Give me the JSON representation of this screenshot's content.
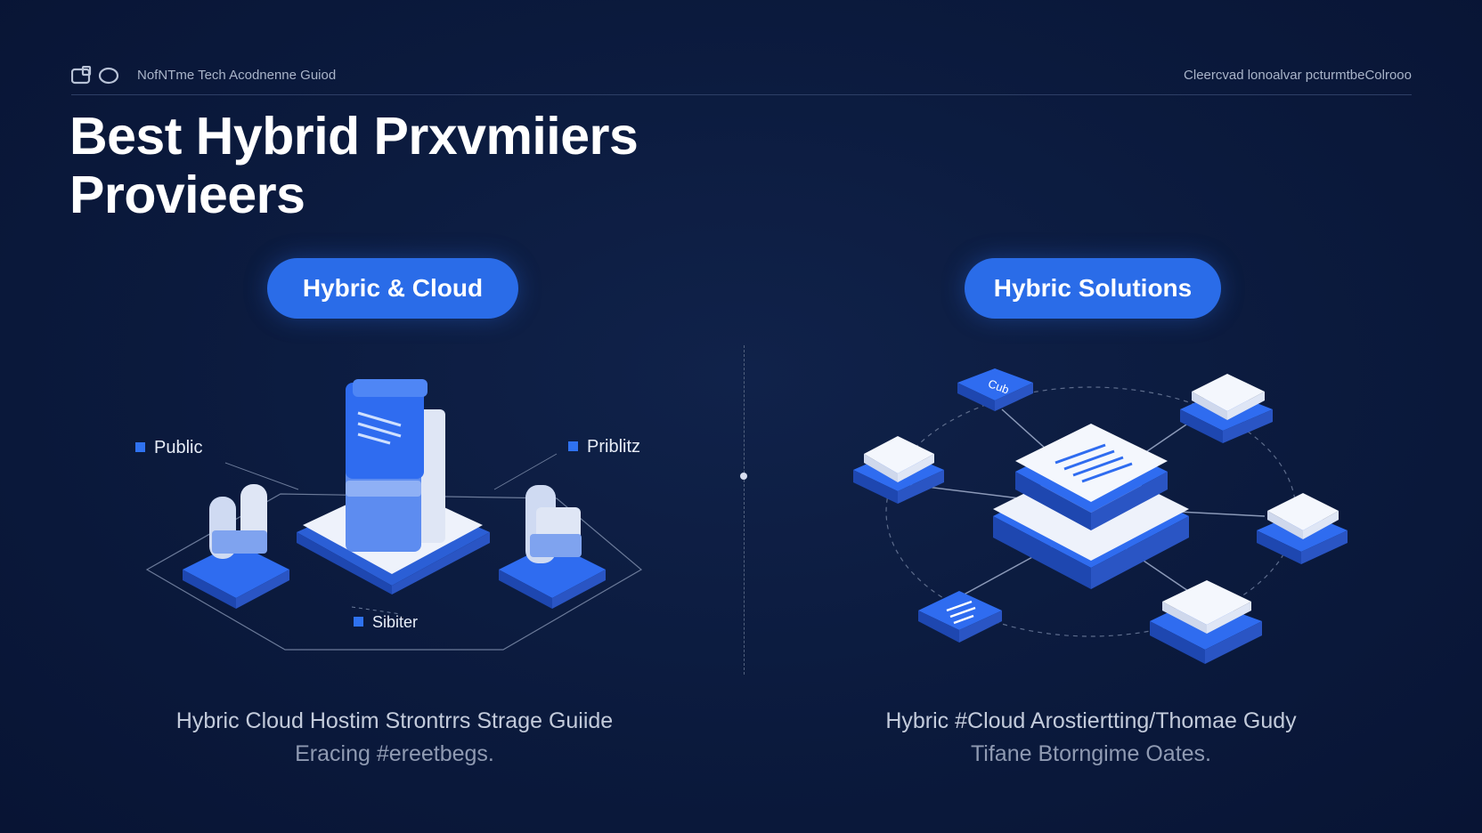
{
  "header": {
    "site_name": "NofNTme Tech Acodnenne Guiod",
    "tagline": "Cleercvad lonoalvar pcturmtbeColrooo"
  },
  "title": {
    "line1": "Best Hybrid Prxvmiiers",
    "line2": "Provieers"
  },
  "left_panel": {
    "pill_label": "Hybric & Cloud",
    "labels": {
      "public": "Public",
      "priblitz": "Priblitz",
      "sibiter": "Sibiter"
    },
    "caption_line1": "Hybric Cloud Hostim Strontrrs Strage Guiide",
    "caption_line2": "Eracing #ereetbegs."
  },
  "right_panel": {
    "pill_label": "Hybric Solutions",
    "node_label": "Cub",
    "caption_line1": "Hybric #Cloud Arostiertting/Thomae Gudy",
    "caption_line2": "Tifane Btorngime Oates."
  },
  "colors": {
    "background": "#0b1a3d",
    "accent": "#2a6ce8",
    "text": "#ffffff",
    "muted": "#a9b4c9"
  },
  "icons": [
    "logo-icon",
    "hybrid-cloud-illustration-icon",
    "network-hub-illustration-icon"
  ]
}
